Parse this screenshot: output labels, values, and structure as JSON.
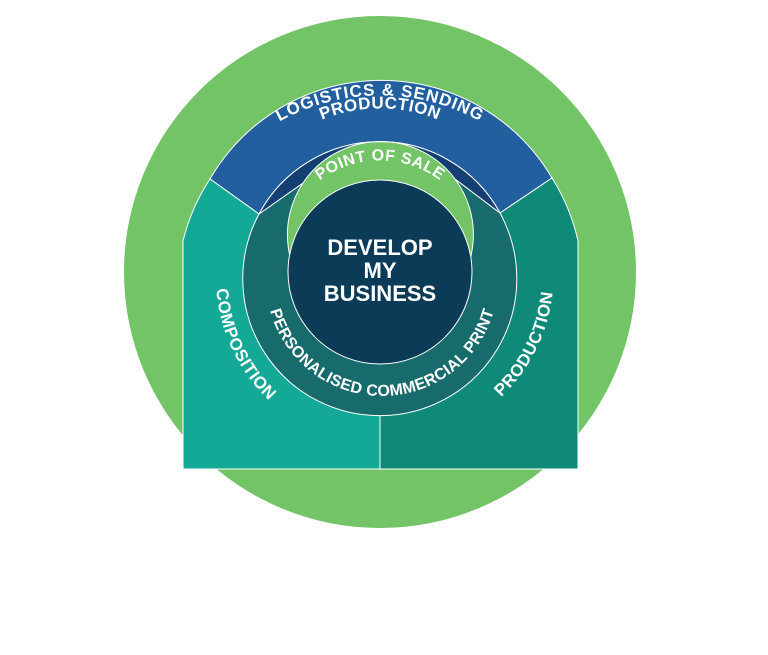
{
  "diagram": {
    "center": {
      "lines": [
        "DEVELOP",
        "MY",
        "BUSINESS"
      ]
    },
    "inner_ring": {
      "top_label": "POINT OF SALE",
      "bottom_label": "PERSONALISED COMMERCIAL PRINT"
    },
    "middle_ring": {
      "top_label": "PRODUCTION",
      "left_label": "COMPOSITION",
      "right_label": "PRODUCTION"
    },
    "outer_ring": {
      "label": "LOGISTICS & SENDING"
    },
    "colors": {
      "outer_green": "#72c467",
      "middle_top_blue": "#215f9e",
      "middle_left_teal": "#14a897",
      "middle_right_teal": "#0f8a78",
      "inner_top_navy": "#143f72",
      "inner_bottom_teal": "#176b6c",
      "center_navy": "#0b3b57",
      "separator": "#ffffff"
    }
  }
}
